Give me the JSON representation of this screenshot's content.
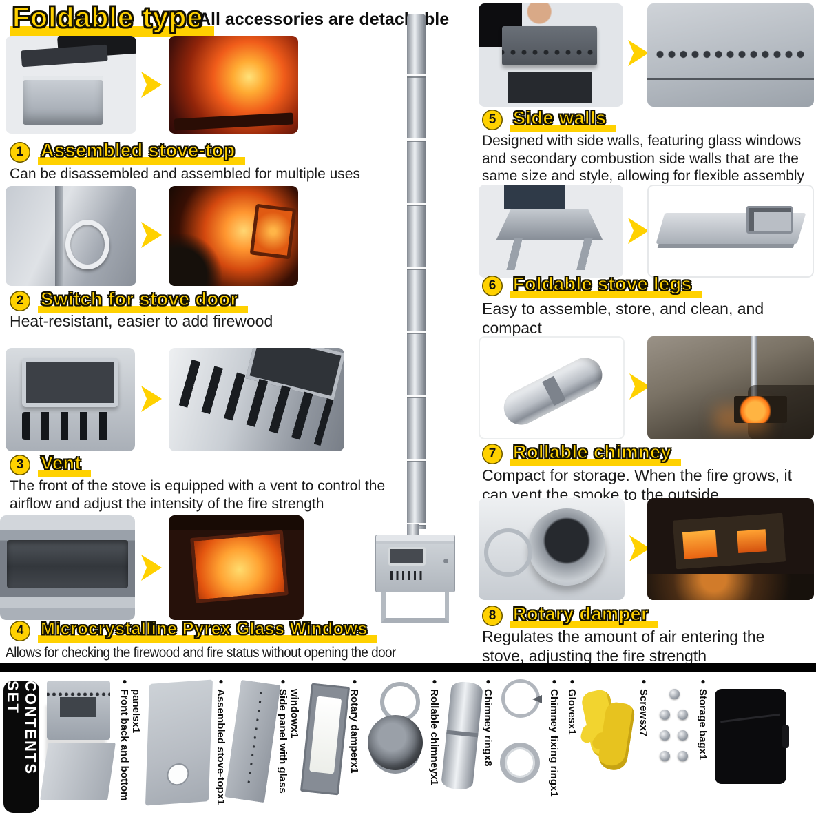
{
  "colors": {
    "accent_yellow": "#FFD100",
    "text": "#141414",
    "divider_bar": "#000000"
  },
  "icons": {
    "bullet": "●",
    "arrow": "arrow-right"
  },
  "header": {
    "title": "Foldable type",
    "subtitle": "All accessories are detachable"
  },
  "features": [
    {
      "num": "1",
      "title": "Assembled stove-top",
      "desc": "Can be disassembled and assembled for multiple uses"
    },
    {
      "num": "2",
      "title": "Switch for stove door",
      "desc": "Heat-resistant, easier to add firewood"
    },
    {
      "num": "3",
      "title": "Vent",
      "desc": "The front of the stove is equipped with a vent to control the airflow and adjust the intensity of the fire strength"
    },
    {
      "num": "4",
      "title": "Microcrystalline Pyrex Glass Windows",
      "desc": "Allows for checking the firewood and fire status without opening the door"
    },
    {
      "num": "5",
      "title": "Side walls",
      "desc": "Designed with side walls, featuring glass windows and secondary combustion side walls that are the same size and style, allowing for flexible assembly"
    },
    {
      "num": "6",
      "title": "Foldable stove legs",
      "desc": "Easy to assemble, store, and clean, and compact"
    },
    {
      "num": "7",
      "title": "Rollable chimney",
      "desc": "Compact for storage. When the fire grows, it can vent the smoke to the outside"
    },
    {
      "num": "8",
      "title": "Rotary damper",
      "desc": "Regulates the amount of air entering the stove, adjusting the fire strength"
    }
  ],
  "set_contents": {
    "badge": "SET CONTENTS",
    "items": [
      "Front back and bottom panelsx1",
      "Assembled stove-topx1",
      "Side panel with glass windowx1",
      "Rotary damperx1",
      "Rollable chimneyx1",
      "Chimney ringx8",
      "Chimney fixing ringx1",
      "Glovesx1",
      "Screwsx7",
      "Storage bagx1"
    ]
  }
}
